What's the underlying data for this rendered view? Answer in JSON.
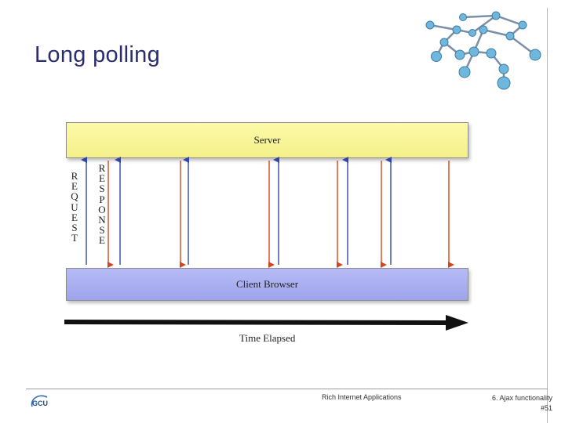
{
  "slide": {
    "title": "Long polling"
  },
  "diagram": {
    "server_label": "Server",
    "client_label": "Client Browser",
    "request_label": "REQUEST",
    "response_label": "RESPONSE",
    "time_label": "Time Elapsed",
    "colors": {
      "request_arrow": "#2f46a8",
      "response_arrow": "#d2461f",
      "server_fill": "#f6f292",
      "client_fill": "#a8adf0",
      "time_arrow": "#111111"
    }
  },
  "footer": {
    "course": "Rich Internet Applications",
    "chapter": "6. Ajax functionality",
    "page": "#51",
    "logo_text": "GCU"
  }
}
